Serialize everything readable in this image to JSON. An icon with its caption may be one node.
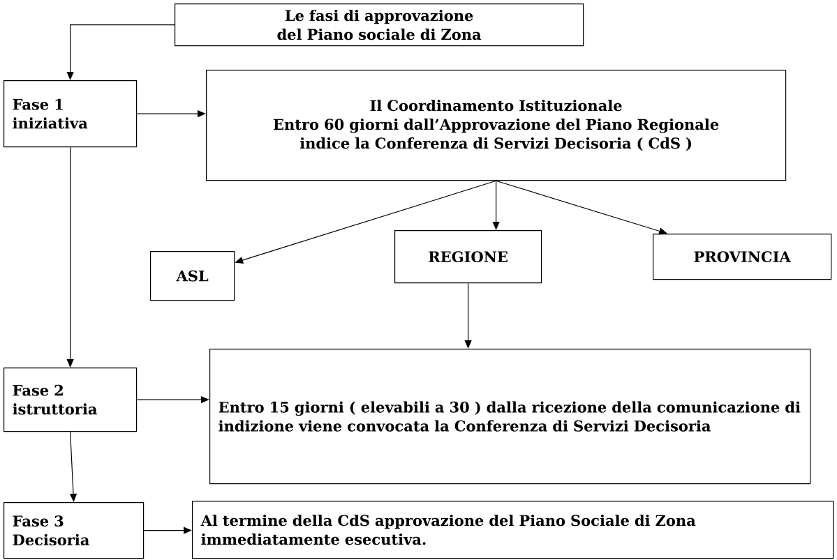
{
  "diagram": {
    "nodes": [
      {
        "text": [
          "Le fasi di approvazione del Piano sociale di Zona"
        ]
      },
      {
        "text": [
          "Fase 1 iniziativa"
        ]
      },
      {
        "text": [
          "Il Coordinamento Istituzionale",
          "Entro 60 giorni dall’Approvazione del Piano Regionale indice la Conferenza di Servizi Decisoria ( CdS )"
        ]
      },
      {
        "text": [
          "ASL"
        ]
      },
      {
        "text": [
          "REGIONE"
        ]
      },
      {
        "text": [
          "PROVINCIA"
        ]
      },
      {
        "text": [
          "Fase 2 istruttoria"
        ]
      },
      {
        "text": [
          "Entro 15 giorni ( elevabili a 30 ) dalla ricezione della comunicazione di indizione viene convocata la Conferenza di Servizi Decisoria"
        ]
      },
      {
        "text": [
          "Fase 3 Decisoria"
        ]
      },
      {
        "text": [
          "Al termine della CdS approvazione del Piano Sociale di Zona immediatamente esecutiva."
        ]
      }
    ],
    "edges": [
      {
        "from": 0,
        "to": 1,
        "arrow": "to"
      },
      {
        "from": 1,
        "to": 2,
        "arrow": "to"
      },
      {
        "from": 2,
        "to": 3,
        "arrow": "to"
      },
      {
        "from": 2,
        "to": 4,
        "arrow": "to"
      },
      {
        "from": 2,
        "to": 5,
        "arrow": "to"
      },
      {
        "from": 4,
        "to": 7,
        "arrow": "to"
      },
      {
        "from": 1,
        "to": 6,
        "arrow": "to"
      },
      {
        "from": 6,
        "to": 7,
        "arrow": "to"
      },
      {
        "from": 6,
        "to": 8,
        "arrow": "to"
      },
      {
        "from": 8,
        "to": 9,
        "arrow": "to"
      }
    ]
  }
}
